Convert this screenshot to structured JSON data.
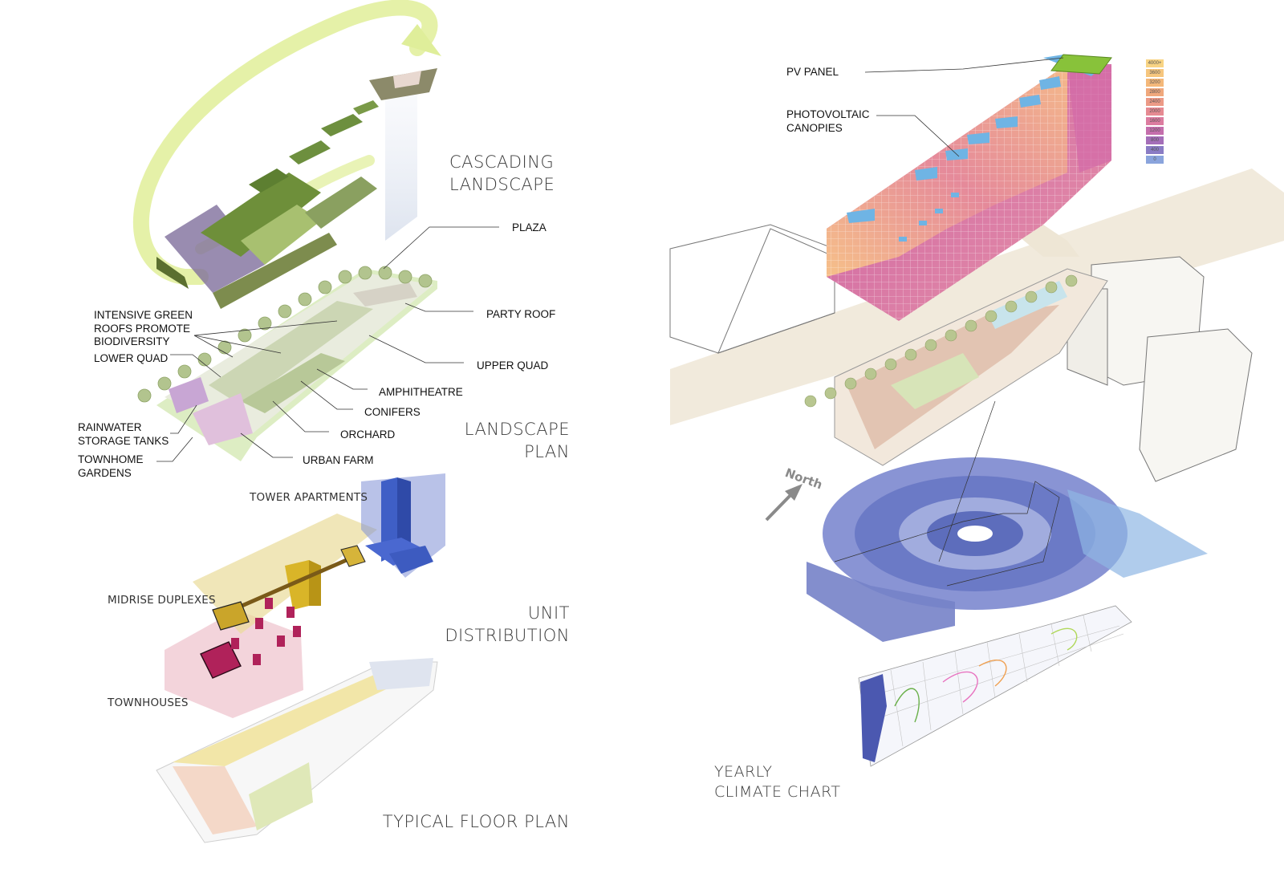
{
  "titles": {
    "cascading": "CASCADING\nLANDSCAPE",
    "landscape_plan": "LANDSCAPE\nPLAN",
    "unit_distribution": "UNIT\nDISTRIBUTION",
    "typical_floor": "TYPICAL FLOOR PLAN",
    "yearly_climate": "YEARLY\nCLIMATE CHART"
  },
  "landscape_callouts": {
    "plaza": "PLAZA",
    "party_roof": "PARTY ROOF",
    "upper_quad": "UPPER QUAD",
    "amphitheatre": "AMPHITHEATRE",
    "conifers": "CONIFERS",
    "orchard": "ORCHARD",
    "urban_farm": "URBAN FARM",
    "intensive_green": "INTENSIVE GREEN\nROOFS PROMOTE\nBIODIVERSITY",
    "lower_quad": "LOWER QUAD",
    "rainwater": "RAINWATER\nSTORAGE TANKS",
    "townhome_gardens": "TOWNHOME\nGARDENS"
  },
  "unit_labels": {
    "tower": "TOWER APARTMENTS",
    "midrise": "MIDRISE DUPLEXES",
    "townhouses": "TOWNHOUSES"
  },
  "solar_callouts": {
    "pv_panel": "PV PANEL",
    "pv_canopies": "PHOTOVOLTAIC\nCANOPIES"
  },
  "north_label": "North",
  "radiation_legend": [
    "4000+",
    "3600",
    "3200",
    "2800",
    "2400",
    "2000",
    "1600",
    "1200",
    "800",
    "400",
    "0"
  ],
  "colors": {
    "green_arrow": "#dfee9a",
    "tower_blue": "#3f5fc6",
    "midrise_yellow": "#d9b528",
    "townhouse_magenta": "#b0225a",
    "radiation_warm": "#f4b87a",
    "radiation_cool": "#c85aa0",
    "climate_blue": "#6b79c4"
  }
}
